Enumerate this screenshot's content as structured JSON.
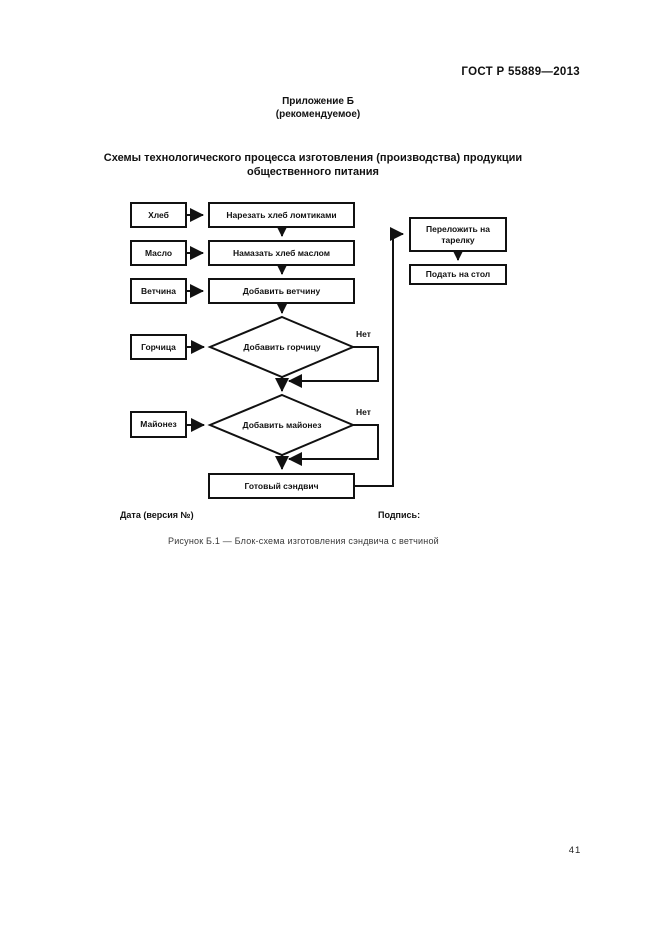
{
  "page": {
    "header": "ГОСТ Р 55889—2013",
    "appendix": {
      "title": "Приложение Б",
      "subtitle": "(рекомендуемое)"
    },
    "section_title": "Схемы технологического процесса изготовления (производства) продукции общественного питания",
    "page_number": "41"
  },
  "flowchart": {
    "inputs": [
      "Хлеб",
      "Масло",
      "Ветчина",
      "Горчица",
      "Майонез"
    ],
    "steps": [
      "Нарезать хлеб ломтиками",
      "Намазать хлеб маслом",
      "Добавить ветчину"
    ],
    "decisions": [
      "Добавить горчицу",
      "Добавить майонез"
    ],
    "no_label": "Нет",
    "final_step": "Готовый сэндвич",
    "outputs": [
      "Переложить на тарелку",
      "Подать на стол"
    ]
  },
  "footer": {
    "date_label": "Дата (версия №)",
    "signature_label": "Подпись:",
    "caption": "Рисунок Б.1 — Блок-схема изготовления сэндвича с ветчиной"
  },
  "colors": {
    "ink": "#111111",
    "paper": "#ffffff"
  }
}
